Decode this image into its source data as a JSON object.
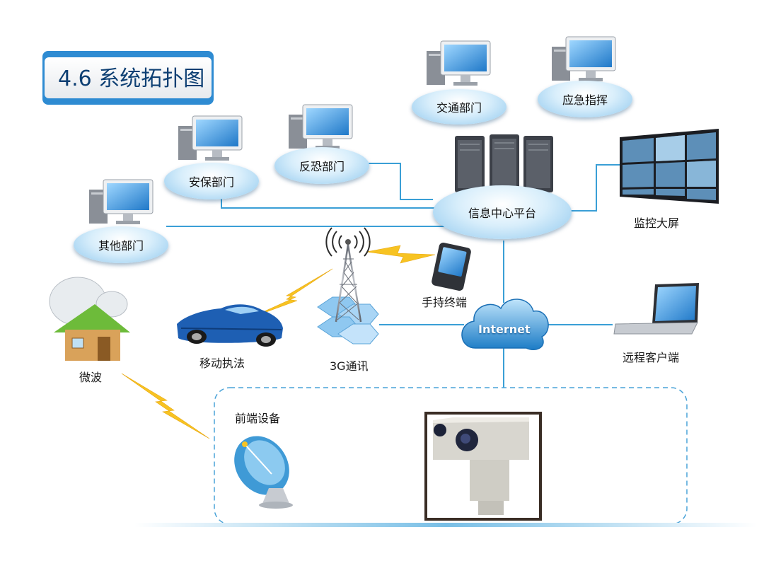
{
  "title": "4.6 系统拓扑图",
  "departments": {
    "traffic": "交通部门",
    "emergency": "应急指挥",
    "anti_terror": "反恐部门",
    "security": "安保部门",
    "other": "其他部门"
  },
  "platform": "信息中心平台",
  "video_wall": "监控大屏",
  "handheld": "手持终端",
  "internet": "Internet",
  "remote_client": "远程客户端",
  "mobile_enforcement": "移动执法",
  "comm_3g": "3G通讯",
  "microwave": "微波",
  "frontend": "前端设备",
  "colors": {
    "line": "#3a9fd6",
    "title": "#0d3f73",
    "lightning": "#f7c322"
  }
}
